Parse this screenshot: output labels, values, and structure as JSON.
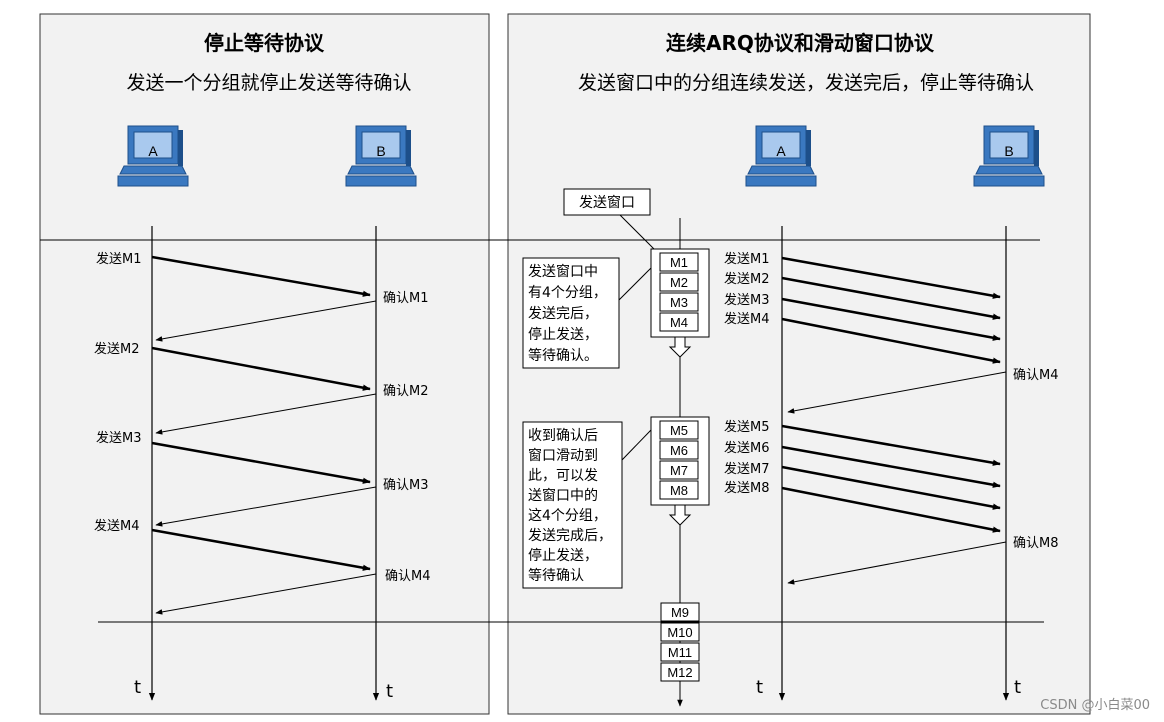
{
  "left_panel": {
    "title": "停止等待协议",
    "subtitle": "发送一个分组就停止发送等待确认",
    "host_a": "A",
    "host_b": "B",
    "send_labels": [
      "发送M1",
      "发送M2",
      "发送M3",
      "发送M4"
    ],
    "ack_labels": [
      "确认M1",
      "确认M2",
      "确认M3",
      "确认M4"
    ],
    "time_a": "t",
    "time_b": "t"
  },
  "right_panel": {
    "title": "连续ARQ协议和滑动窗口协议",
    "subtitle": "发送窗口中的分组连续发送，发送完后，停止等待确认",
    "host_a": "A",
    "host_b": "B",
    "window_label": "发送窗口",
    "note1": [
      "发送窗口中",
      "有4个分组，",
      "发送完后，",
      "停止发送，",
      "等待确认。"
    ],
    "note2": [
      "收到确认后",
      "窗口滑动到",
      "此，可以发",
      "送窗口中的",
      "这4个分组，",
      "发送完成后，",
      "停止发送，",
      "等待确认"
    ],
    "window1_packets": [
      "M1",
      "M2",
      "M3",
      "M4"
    ],
    "window2_packets": [
      "M5",
      "M6",
      "M7",
      "M8"
    ],
    "queue_packets": [
      "M9",
      "M10",
      "M11",
      "M12"
    ],
    "send_labels_1": [
      "发送M1",
      "发送M2",
      "发送M3",
      "发送M4"
    ],
    "ack_label_1": "确认M4",
    "send_labels_2": [
      "发送M5",
      "发送M6",
      "发送M7",
      "发送M8"
    ],
    "ack_label_2": "确认M8",
    "time_a": "t",
    "time_b": "t"
  },
  "watermark": "CSDN @小白菜00"
}
